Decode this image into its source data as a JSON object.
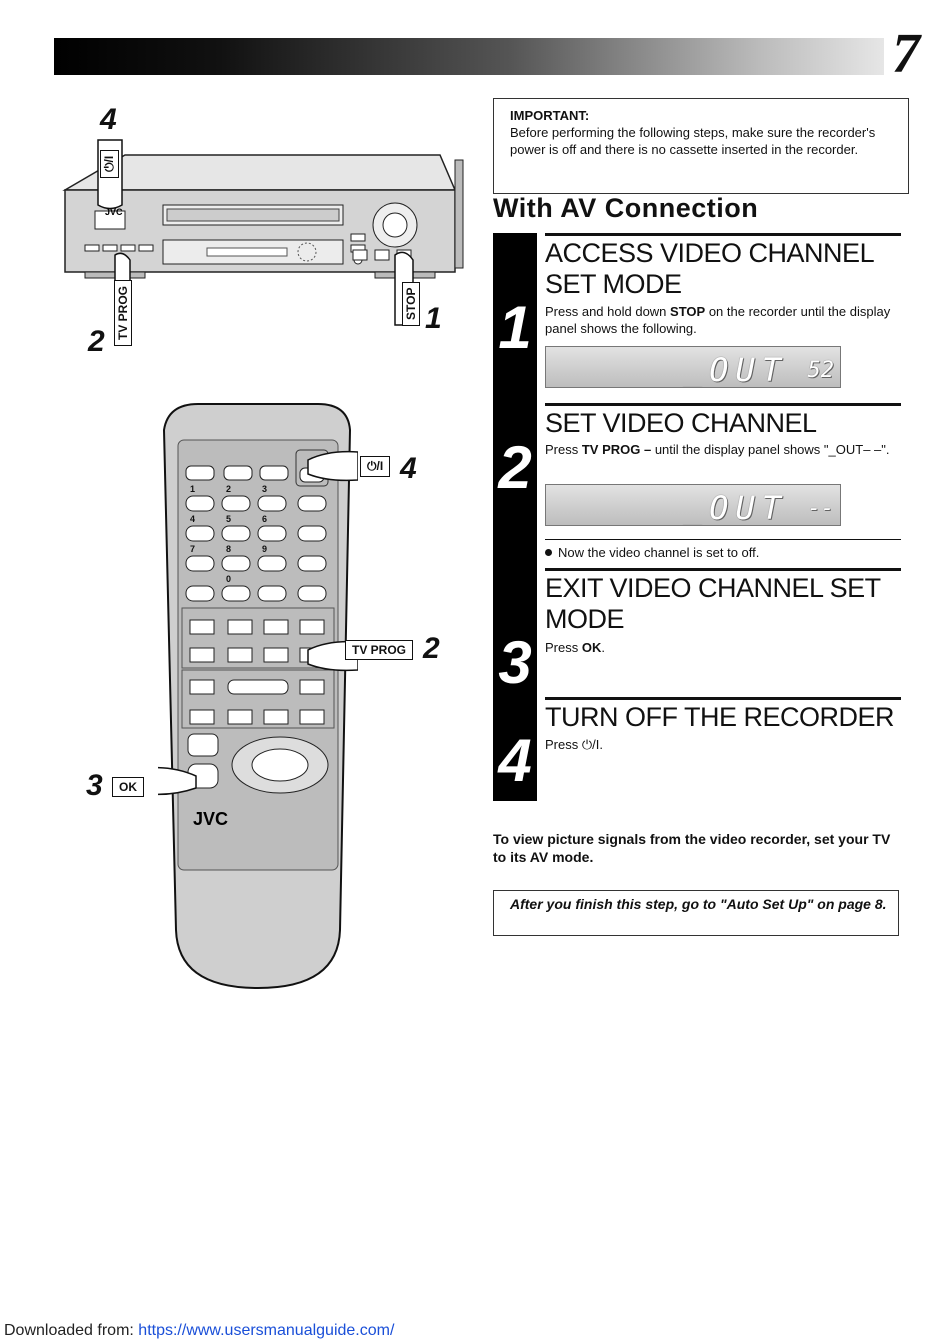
{
  "page": {
    "number": "7"
  },
  "important": {
    "title": "IMPORTANT:",
    "text": "Before performing the following steps, make sure the recorder's power is off and there is no cassette inserted in the recorder."
  },
  "section_title": "With AV Connection",
  "steps": [
    {
      "number": "1",
      "heading": "ACCESS VIDEO CHANNEL SET MODE",
      "text_pre": "Press and hold down ",
      "text_bold": "STOP",
      "text_post": " on the recorder until the display panel shows the following.",
      "display_main": "_OUT",
      "display_side": "52"
    },
    {
      "number": "2",
      "heading": "SET VIDEO CHANNEL",
      "text_pre": "Press ",
      "text_bold": "TV PROG –",
      "text_post": " until the display panel shows \"_OUT– –\".",
      "display_main": "_OUT",
      "display_side": "--"
    },
    {
      "number": "3",
      "heading": "EXIT VIDEO CHANNEL SET MODE",
      "text_pre": "Press ",
      "text_bold": "OK",
      "text_post": "."
    },
    {
      "number": "4",
      "heading": "TURN OFF THE RECORDER",
      "text_pre": "Press ",
      "text_bold": "",
      "text_post": "⏻/I."
    }
  ],
  "note": "Now the video channel is set to off.",
  "av_note": "To view picture signals from the video recorder, set your TV to its AV mode.",
  "after_box": "After you finish this step, go to \"Auto Set Up\" on page 8.",
  "footer": {
    "prefix": "Downloaded from: ",
    "link": "https://www.usersmanualguide.com/"
  },
  "figure": {
    "vcr": {
      "brand": "JVC",
      "power_label": "⏻/I",
      "tvprog_label": "TV PROG",
      "stop_label": "STOP",
      "callouts": {
        "power": "4",
        "tvprog": "2",
        "stop": "1"
      }
    },
    "remote": {
      "brand": "JVC",
      "power_label": "⏻/I",
      "tvprog_label": "TV PROG",
      "ok_label": "OK",
      "callouts": {
        "power": "4",
        "tvprog": "2",
        "ok": "3"
      },
      "keys": [
        "1",
        "2",
        "3",
        "4",
        "5",
        "6",
        "7",
        "8",
        "9",
        "0"
      ]
    }
  }
}
